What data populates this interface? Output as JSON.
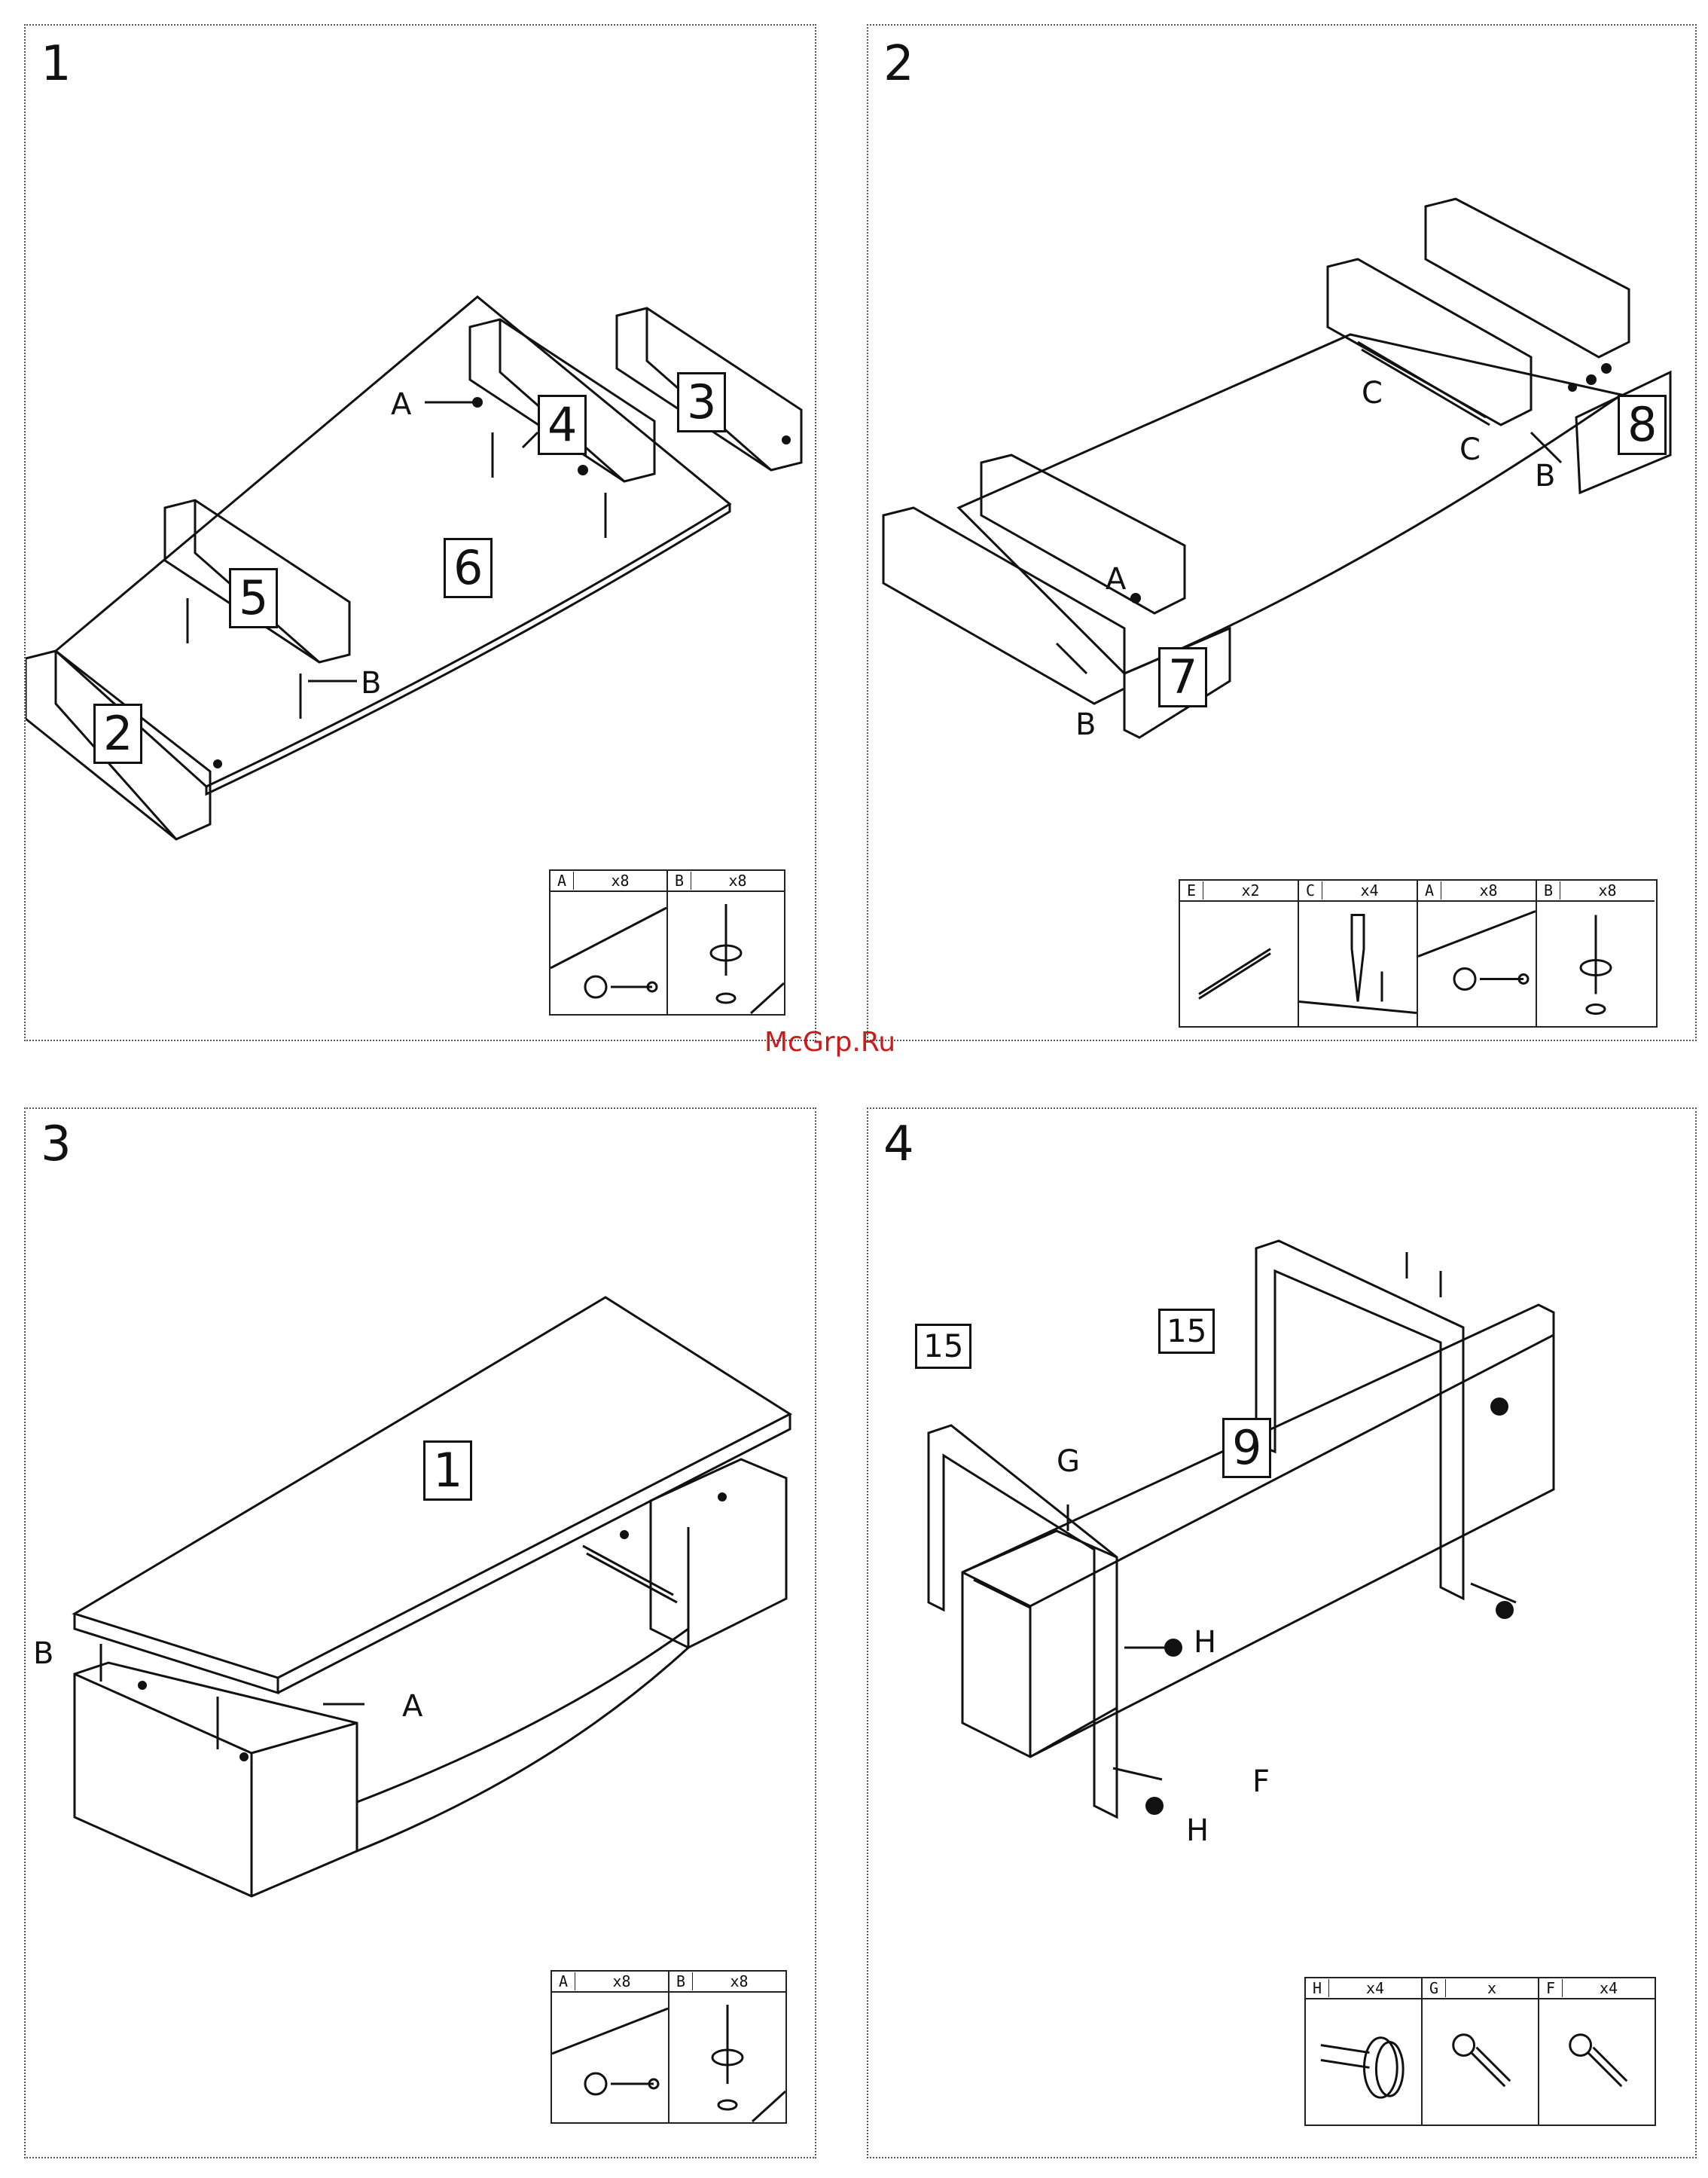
{
  "watermark": "McGrp.Ru",
  "panels": [
    {
      "step": "1",
      "parts": {
        "p2": "2",
        "p3": "3",
        "p4": "4",
        "p5": "5",
        "p6": "6"
      },
      "letters": {
        "a": "A",
        "b": "B"
      },
      "legend": [
        {
          "key": "A",
          "qty": "x8"
        },
        {
          "key": "B",
          "qty": "x8"
        }
      ]
    },
    {
      "step": "2",
      "parts": {
        "p7": "7",
        "p8": "8"
      },
      "letters": {
        "a": "A",
        "b1": "B",
        "b2": "B",
        "c1": "C",
        "c2": "C"
      },
      "legend": [
        {
          "key": "E",
          "qty": "x2"
        },
        {
          "key": "C",
          "qty": "x4"
        },
        {
          "key": "A",
          "qty": "x8"
        },
        {
          "key": "B",
          "qty": "x8"
        }
      ]
    },
    {
      "step": "3",
      "parts": {
        "p1": "1"
      },
      "letters": {
        "a": "A",
        "b": "B"
      },
      "legend": [
        {
          "key": "A",
          "qty": "x8"
        },
        {
          "key": "B",
          "qty": "x8"
        }
      ]
    },
    {
      "step": "4",
      "parts": {
        "p15a": "15",
        "p15b": "15",
        "p9": "9"
      },
      "letters": {
        "g": "G",
        "h1": "H",
        "h2": "H",
        "f": "F"
      },
      "legend": [
        {
          "key": "H",
          "qty": "x4"
        },
        {
          "key": "G",
          "qty": "x"
        },
        {
          "key": "F",
          "qty": "x4"
        }
      ]
    }
  ]
}
